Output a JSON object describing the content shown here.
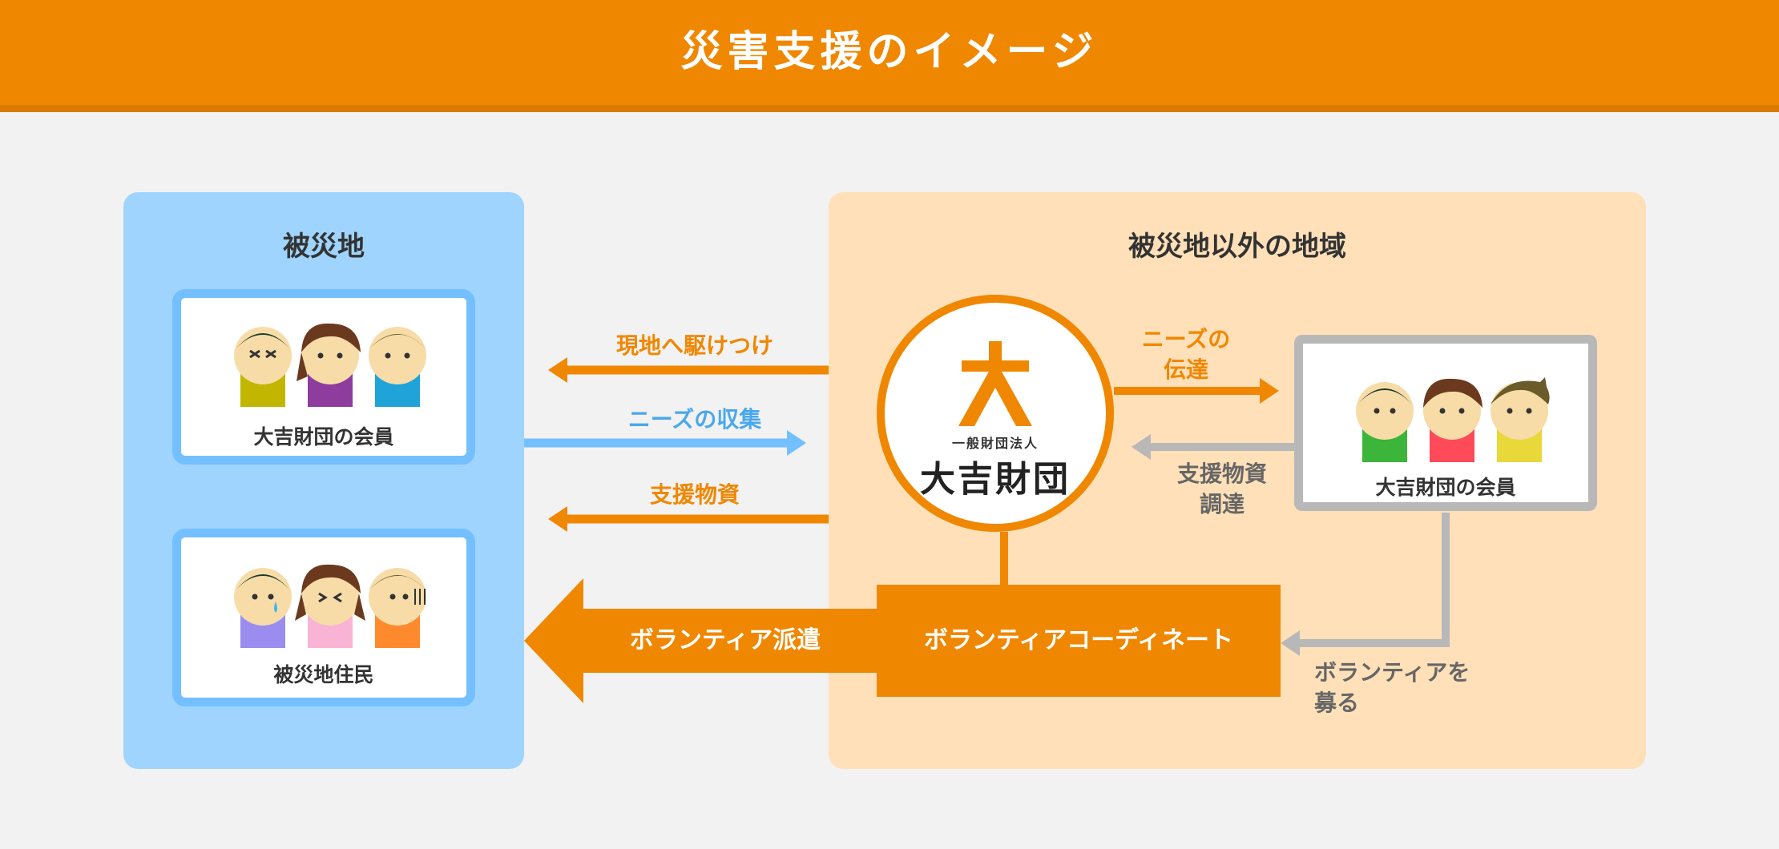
{
  "header": {
    "title": "災害支援のイメージ"
  },
  "left_panel": {
    "title": "被災地",
    "members_label": "大吉財団の会員",
    "residents_label": "被災地住民"
  },
  "right_panel": {
    "title": "被災地以外の地域",
    "members_label": "大吉財団の会員"
  },
  "organization": {
    "type_label": "一般財団法人",
    "name": "大吉財団"
  },
  "arrows": {
    "rush": "現地へ駆けつけ",
    "collect_needs": "ニーズの収集",
    "supplies": "支援物資",
    "needs_transmit_1": "ニーズの",
    "needs_transmit_2": "伝達",
    "procure_1": "支援物資",
    "procure_2": "調達",
    "recruit_1": "ボランティアを",
    "recruit_2": "募る",
    "dispatch": "ボランティア派遣",
    "coordinate": "ボランティアコーディネート"
  },
  "colors": {
    "orange": "#f08700",
    "blue": "#74bfff",
    "gray": "#b8b8b8",
    "left_bg": "#9fd4ff",
    "right_bg": "#ffe0b8"
  }
}
